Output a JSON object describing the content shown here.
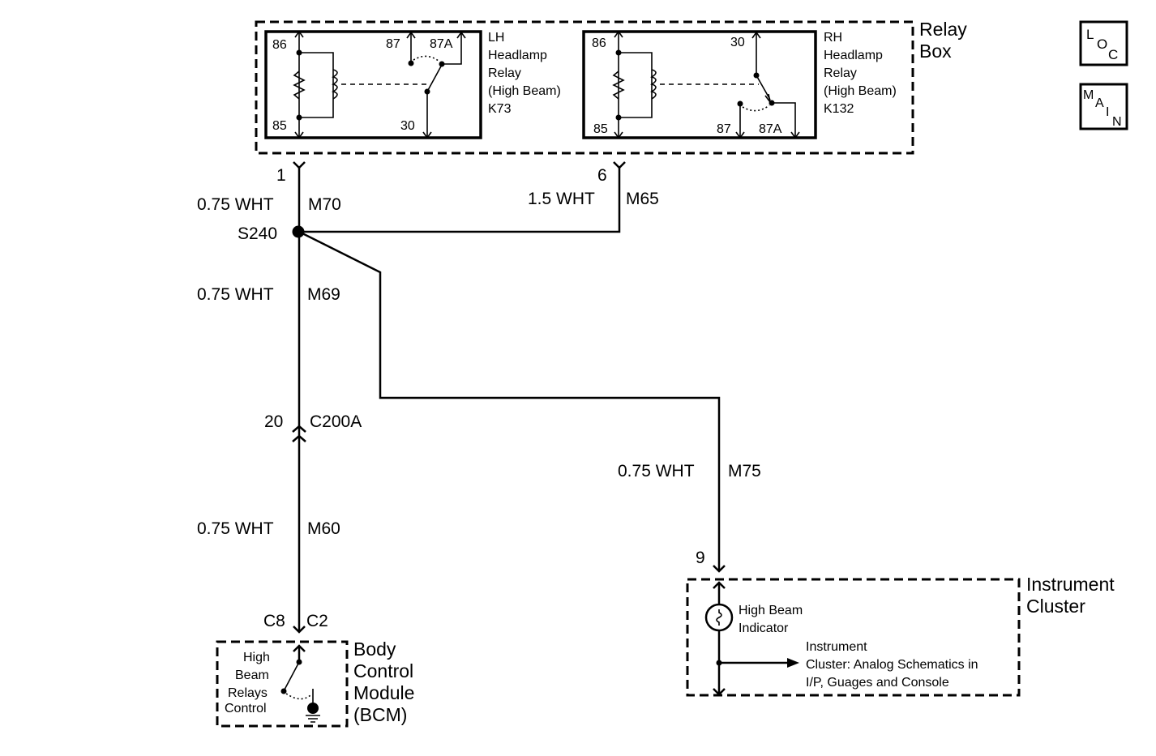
{
  "nav": {
    "loc": {
      "l": "L",
      "o": "O",
      "c": "C"
    },
    "main": {
      "m": "M",
      "a": "A",
      "i": "I",
      "n": "N"
    }
  },
  "relay_box": {
    "label_line1": "Relay",
    "label_line2": "Box",
    "lh_relay": {
      "pin86": "86",
      "pin85": "85",
      "pin87": "87",
      "pin87a": "87A",
      "pin30": "30",
      "label": [
        "LH",
        "Headlamp",
        "Relay",
        "(High Beam)",
        "K73"
      ]
    },
    "rh_relay": {
      "pin86": "86",
      "pin85": "85",
      "pin30": "30",
      "pin87": "87",
      "pin87a": "87A",
      "label": [
        "RH",
        "Headlamp",
        "Relay",
        "(High Beam)",
        "K132"
      ]
    }
  },
  "wires": {
    "pin1": "1",
    "m70": {
      "gauge": "0.75 WHT",
      "circuit": "M70"
    },
    "pin6": "6",
    "m65": {
      "gauge": "1.5 WHT",
      "circuit": "M65"
    },
    "splice": "S240",
    "m69": {
      "gauge": "0.75 WHT",
      "circuit": "M69"
    },
    "c200a_pin": "20",
    "c200a": "C200A",
    "m60": {
      "gauge": "0.75 WHT",
      "circuit": "M60"
    },
    "c8": "C8",
    "c2": "C2",
    "m75": {
      "gauge": "0.75 WHT",
      "circuit": "M75"
    },
    "pin9": "9"
  },
  "bcm": {
    "switch_label": [
      "High",
      "Beam",
      "Relays",
      "Control"
    ],
    "label": [
      "Body",
      "Control",
      "Module",
      "(BCM)"
    ]
  },
  "cluster": {
    "label_line1": "Instrument",
    "label_line2": "Cluster",
    "indicator": [
      "High Beam",
      "Indicator"
    ],
    "ref": [
      "Instrument",
      "Cluster: Analog Schematics in",
      "I/P, Guages and Console"
    ]
  }
}
